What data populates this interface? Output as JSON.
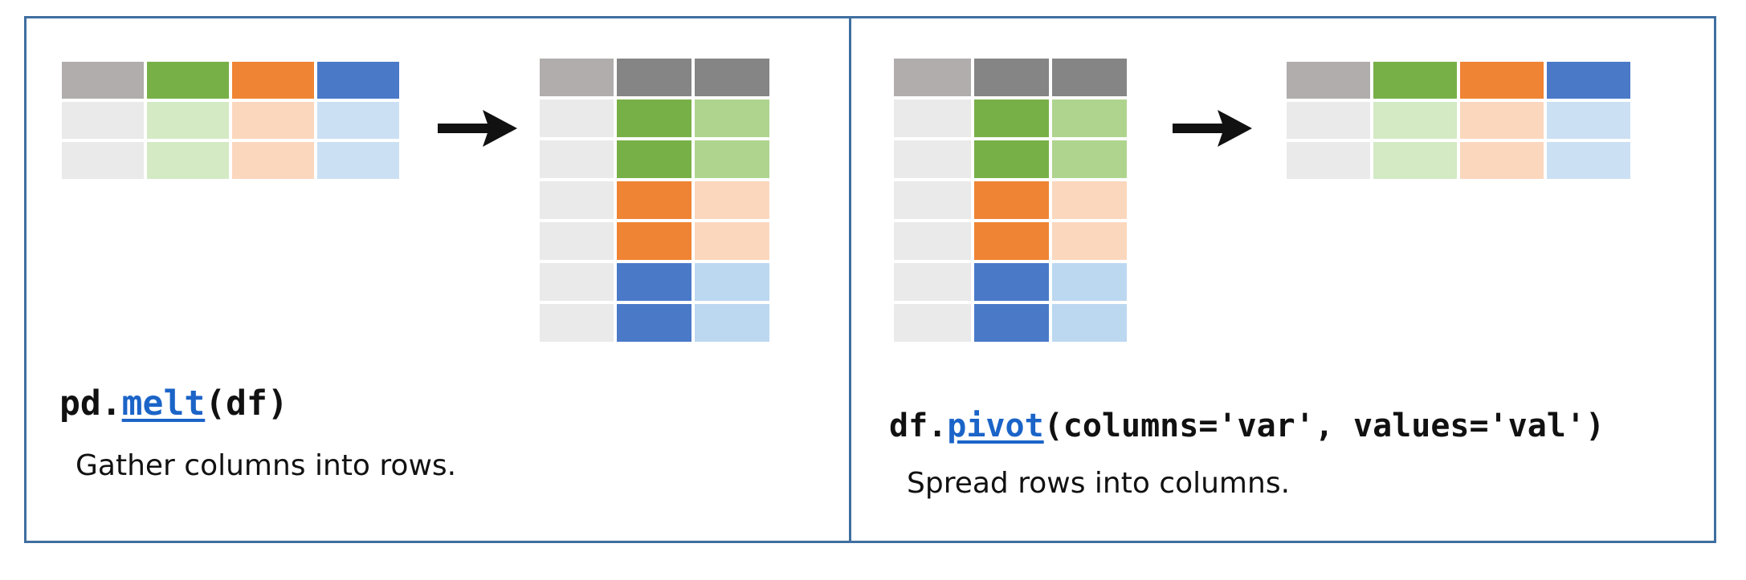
{
  "colors": {
    "header_gray": "#b1adad",
    "header_dark": "#858585",
    "green": "#78b048",
    "orange": "#ef8434",
    "blue": "#4a79c8",
    "light_gray": "#eaeaea",
    "light_green": "#d3eac4",
    "light_orange": "#fbd7bd",
    "light_blue": "#cbe0f3",
    "mid_green": "#afd48e",
    "mid_blue": "#bcd7f0",
    "border": "#3f6fa0",
    "link": "#1b64c8"
  },
  "melt": {
    "code_prefix": "pd.",
    "code_function": "melt",
    "code_suffix": "(df)",
    "description": "Gather columns into rows."
  },
  "pivot": {
    "code_prefix": "df.",
    "code_function": "pivot",
    "code_suffix": "(columns='var', values='val')",
    "description": "Spread rows into columns."
  },
  "tables": {
    "wide": [
      [
        "header_gray",
        "green",
        "orange",
        "blue"
      ],
      [
        "light_gray",
        "light_green",
        "light_orange",
        "light_blue"
      ],
      [
        "light_gray",
        "light_green",
        "light_orange",
        "light_blue"
      ]
    ],
    "long": [
      [
        "header_gray",
        "header_dark",
        "header_dark"
      ],
      [
        "light_gray",
        "green",
        "mid_green"
      ],
      [
        "light_gray",
        "green",
        "mid_green"
      ],
      [
        "light_gray",
        "orange",
        "light_orange"
      ],
      [
        "light_gray",
        "orange",
        "light_orange"
      ],
      [
        "light_gray",
        "blue",
        "mid_blue"
      ],
      [
        "light_gray",
        "blue",
        "mid_blue"
      ]
    ]
  }
}
